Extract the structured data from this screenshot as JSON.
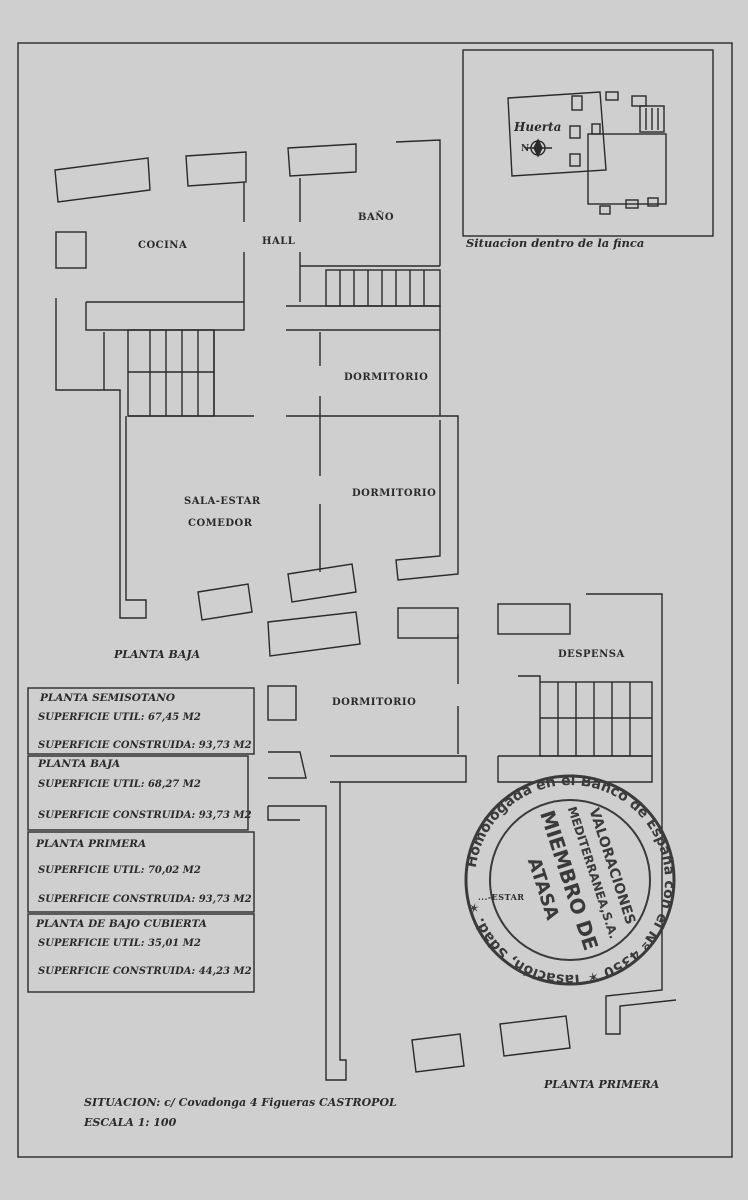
{
  "floor_plan": {
    "planta_baja_caption": "PLANTA BAJA",
    "planta_primera_caption": "PLANTA PRIMERA",
    "rooms_baja": {
      "cocina": "COCINA",
      "hall": "HALL",
      "bano": "BAÑO",
      "dormitorio_1": "DORMITORIO",
      "sala_estar": "SALA-ESTAR",
      "comedor": "COMEDOR",
      "dormitorio_2": "DORMITORIO"
    },
    "rooms_primera": {
      "dormitorio": "DORMITORIO",
      "despensa": "DESPENSA",
      "sala_estar_partial": "...-ESTAR"
    }
  },
  "situacion_inset": {
    "caption": "Situacion dentro de la finca",
    "huerta": "Huerta",
    "north": "N"
  },
  "areas_table": [
    {
      "title": "PLANTA SEMISOTANO",
      "util": "SUPERFICIE UTIL: 67,45 M2",
      "construida": "SUPERFICIE CONSTRUIDA: 93,73 M2"
    },
    {
      "title": "PLANTA BAJA",
      "util": "SUPERFICIE UTIL: 68,27 M2",
      "construida": "SUPERFICIE CONSTRUIDA: 93,73 M2"
    },
    {
      "title": "PLANTA PRIMERA",
      "util": "SUPERFICIE UTIL: 70,02 M2",
      "construida": "SUPERFICIE CONSTRUIDA: 93,73 M2"
    },
    {
      "title": "PLANTA DE BAJO CUBIERTA",
      "util": "SUPERFICIE UTIL: 35,01 M2",
      "construida": "SUPERFICIE CONSTRUIDA: 44,23 M2"
    }
  ],
  "footer": {
    "situacion": "SITUACION: c/ Covadonga 4 Figueras CASTROPOL",
    "escala": "ESCALA 1: 100"
  },
  "stamp": {
    "outer_text": "Homologada en el Banco de España con el Nº 4350 ✶ Tasación, Sdad. ✶",
    "line1": "VALORACIONES",
    "line2": "MEDITERRANEA,S.A.",
    "line3": "MIEMBRO DE",
    "line4": "ATASA"
  },
  "colors": {
    "paper": "#cfcfcf",
    "ink": "#2a2a2a",
    "stamp_ink": "#3a3a3a"
  }
}
